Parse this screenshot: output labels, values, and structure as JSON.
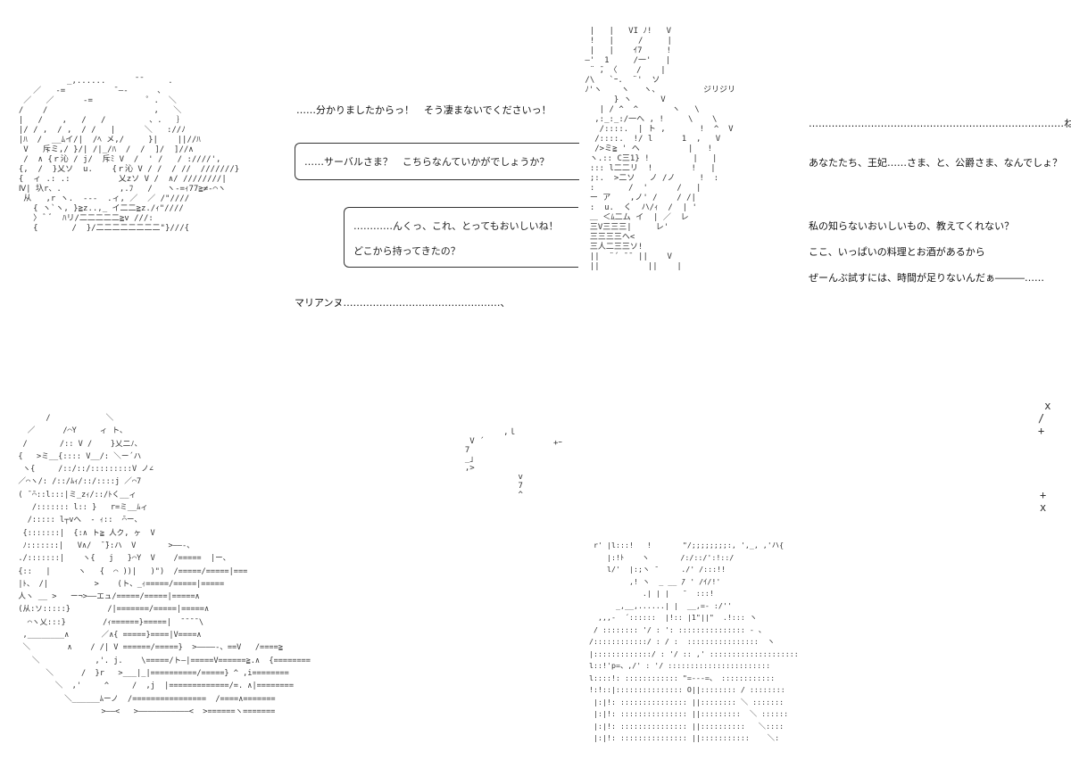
{
  "art": {
    "girl_top_left": "            _,......      ̄ ̄      ．\n     ／   -=          ̄ ―‐      、\n   ／   ／      -=           ゜.  ＼\n  /    /                      ,   ＼\n  |   /    ,   /   /         、.   ｝\n  |/ / ,  / ,  / /   |      ＼   ://ﾉ\n  |ﾊ  /  __ﾑイ/|  /ﾍ メ,/     }|    ||//ﾊ\n   V   斥ミ,/ }/| /|_/ﾊ  /  /  ]/  ]//∧\n   /  ∧ {ｒ沁 / j/  斥ﾐ V  /  ' /   / :////',\n  {,  /  }乂ソ  u.    {ｒ沁 V / /  / //  ///////}\n  {  ィ .: .:          乂zソ V /  ∧/ ////////|\n  Ⅳ| 圦r、.            ,.ﾌ   /   ヽ-=ｨ77≧≠‐⌒ヽ\n   从   ,r ヽ.  ---  .ィ, ／  ／ /\"////\n     { ヽ`ヽ, }≧z..,_ イ二二≧z./ｨ\"////\n     〉 ﾞ ﾞ  ﾊリ/二二二二二≧v ///:\n     {       /  }/二二二二二二二二\"}///{",
    "serval_right": "  |   |   VI ﾉ!   V\n  !   |     /     |\n  |   |    ｲ7     !\n —'  1     /一'   |\n  ¨ ̄, 〈    /    |\n /\\   `ｰ.  ¨'  ソ\n ﾉ'ヽ    ヽ   ヽ、         ジリジリ\n       } ヽ      V\n    | / ^  ^       ヽ   \\\n   ,:_:_:/一へ , !     \\    \\\n    /::::.  | ト ,       !  ^  V\n   /::::.  !/ l      1  ,   V\n   />ミ≧ ' ヘ          |   !\n  ヽ.:: C三1} !         |   |\n  ::: l二二リ  !        !   |\n  ;:.  >二ソ   ノ /ノ     !  :\n  :       /  '      /   |\n  ー ア    ,ノ' /    / /|\n  :  u.  く  ハ/ｨ  /  | '\n  ＿ ＜ﾑ二ム イ  | ／  レ\n  三V三三三|     レ'\n  三三三三ヘ<\n  三人二三三ソ!\n  ||  ¨´ ̄ ̄  ||    V\n  ||          ||    |",
    "reclining_bottom_left": "        /            ＼\n    ／      /⌒Y     ィ ト、\n   /       /:: V /    }乂二ﾉ、\n  {   >ミ__{:::: V__/: ＼ー´ハ\n   ヽ{     /::/::/:::::::::V ノ∠\n  ／⌒ヽ/: /::/ﾑｨ/::/::::j ／⌒7\n  ( ̄ ̄⌒::l:::|ミ_zｨ/::/ﾄく__ィ\n     /::::::: l:: }   r=ミ__ﾑィ\n    /::::: l┬vへ  - ｨ::  ̄⌒ー、\n   {:::::::|  {:∧ ト≧ 人ク, ヶ  V\n   ﾉ:::::::|   V∧/  ̄ ̄}:ハ  V       >――-、\n  ./:::::::|    ヽ{   j   }⌒Y  V    /=====  |ー、\n  {::   |      ヽ   {  ⌒ ))|   )\")  /=====/=====|===\n  |ﾄ、 /|          >    (ト、_ｨ=====/=====|=====\n  人ヽ __ >   ー¬>――エュ/=====/=====|=====∧\n  (从:ソ:::::}        /|=======/=====|=====∧\n    ⌒ヽ乂:::}        /ｨ======}=====|  ̄ ̄ ̄ ̄ \\\n   ,________∧       ／∧{ =====}====|V====∧\n   ＼        ∧    / /| V ======/=====}  >――――-、==V   /====≧\n     ＼            ,'. j.    \\=====/ト―|=====V======≧.∧  {========\n        ＼      /  }r   >___|_|==========/=====} ^ ,i========\n          ＼  ,'     ^     /  ,j  |=============/=. ∧|========\n            ＼______ﾑーノ  /================  /====∧=======\n                    >――<   >―――――――――――<  >======ヽ=======",
    "figure_bottom_center": "  r' |l:::!   !       \"/;;;;;;;;:, ',_, ,'ハ{\n     |:!ﾄ    ヽ       /:/::/':!::/\n     l/'  |:;ヽ ̄      ./' /:::!!\n          ,! ヽ  _ __ ̄/ ' /ｲ/!'\n             .| | |   ̄   :::!\n       _,__,......| |  __,=- :/''\n   ,,,-  ´::::::  |!:: |1\"||\"  .!::: ヽ\n  / :::::::: '/ : ': ::::::::::::::: - 、\n /::::::::::::/ : / :  ::::::::::::::::  ヽ\n |:::::::::::::/ : '/ :: ,' ::::::::::::::::::::\n l::!'p=、,/' : '/ :::::::::::::::::::::::\n l::::!: :::::::::::: \"=---=、 ::::::::::::\n !:!::|::::::::::::::: O||:::::::: / ::::::::\n  |:|!: ::::::::::::::: ||:::::::: ＼ :::::::\n  |:|!: ::::::::::::::: ||:::::::::  ＼ ::::::\n  |:|!: ::::::::::::::: ||::::::::::   ＼::::\n  |:|!: ::::::::::::::: ||:::::::::::    ＼:",
    "sfx_small": "          ,ｌ\n   V ´\n  7\n  _｣\n  ,>\n             v\n             7\n             ^",
    "sfx_plus": "+ｰ",
    "spark_top": " x\n/\n+",
    "spark_bottom": "+\nx"
  },
  "dialogue": {
    "line_1": "……分かりましたからっ！　そう凄まないでくださいっ！",
    "bubble_1": "……サーバルさま？　こちらなんていかがでしょうか？",
    "bubble_2_line_1": "…………んくっ、これ、とってもおいしいね！",
    "bubble_2_line_2": "どこから持ってきたの？",
    "speaker": "マリアンヌ…………………………………………、"
  },
  "right_text": {
    "line_1": "……………………………………………………………………ねぇ？",
    "line_2": "あなたたち、王妃……さま、と、公爵さま、なんでしょ？",
    "line_3": "私の知らないおいしいもの、教えてくれない？",
    "line_4": "ここ、いっぱいの料理とお酒があるから",
    "line_5": "ぜーんぶ試すには、時間が足りないんだぁ―――……"
  }
}
